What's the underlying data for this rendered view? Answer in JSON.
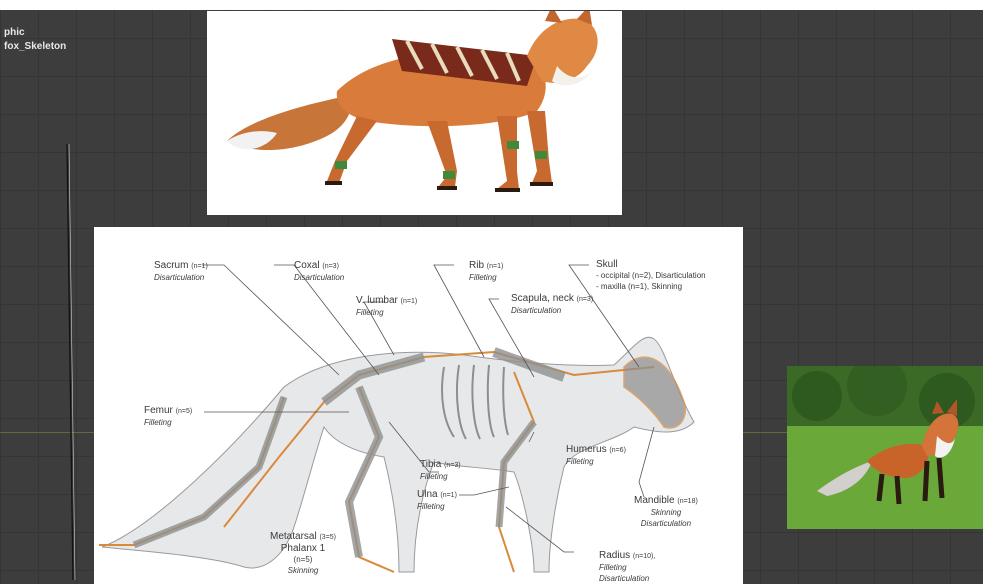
{
  "outliner": {
    "line1": "phic",
    "line2": "fox_Skeleton"
  },
  "skeleton_labels": {
    "sacrum": {
      "name": "Sacrum",
      "count": "(n=1)",
      "method": "Disarticulation"
    },
    "coxal": {
      "name": "Coxal",
      "count": "(n=3)",
      "method": "Disarticulation"
    },
    "vlumbar": {
      "name": "V. lumbar",
      "count": "(n=1)",
      "method": "Filleting"
    },
    "rib": {
      "name": "Rib",
      "count": "(n=1)",
      "method": "Filleting"
    },
    "scapula": {
      "name": "Scapula, neck",
      "count": "(n=3)",
      "method": "Disarticulation"
    },
    "skull": {
      "name": "Skull",
      "line1": "- occipital (n=2), Disarticulation",
      "line2": "- maxilla (n=1), Skinning"
    },
    "femur": {
      "name": "Femur",
      "count": "(n=5)",
      "method": "Filleting"
    },
    "humerus": {
      "name": "Humerus",
      "count": "(n=6)",
      "method": "Filleting"
    },
    "tibia": {
      "name": "Tibia",
      "count": "(n=3)",
      "method": "Filleting"
    },
    "ulna": {
      "name": "Ulna",
      "count": "(n=1)",
      "method": "Filleting"
    },
    "mandible": {
      "name": "Mandible",
      "count": "(n=18)",
      "method1": "Skinning",
      "method2": "Disarticulation"
    },
    "metatarsal": {
      "name": "Metatarsal",
      "count": "(3=5)",
      "name2": "Phalanx 1",
      "count2": "(n=5)",
      "method": "Skinning"
    },
    "radius": {
      "name": "Radius",
      "count": "(n=10),",
      "method1": "Filleting",
      "method2": "Disarticulation"
    }
  },
  "colors": {
    "viewport_bg": "#3d3d3d",
    "grid_line": "#353535",
    "bone_orange": "#d98a3a",
    "bone_gray": "#8e8e8e",
    "body_fill": "#e6e8ea"
  }
}
